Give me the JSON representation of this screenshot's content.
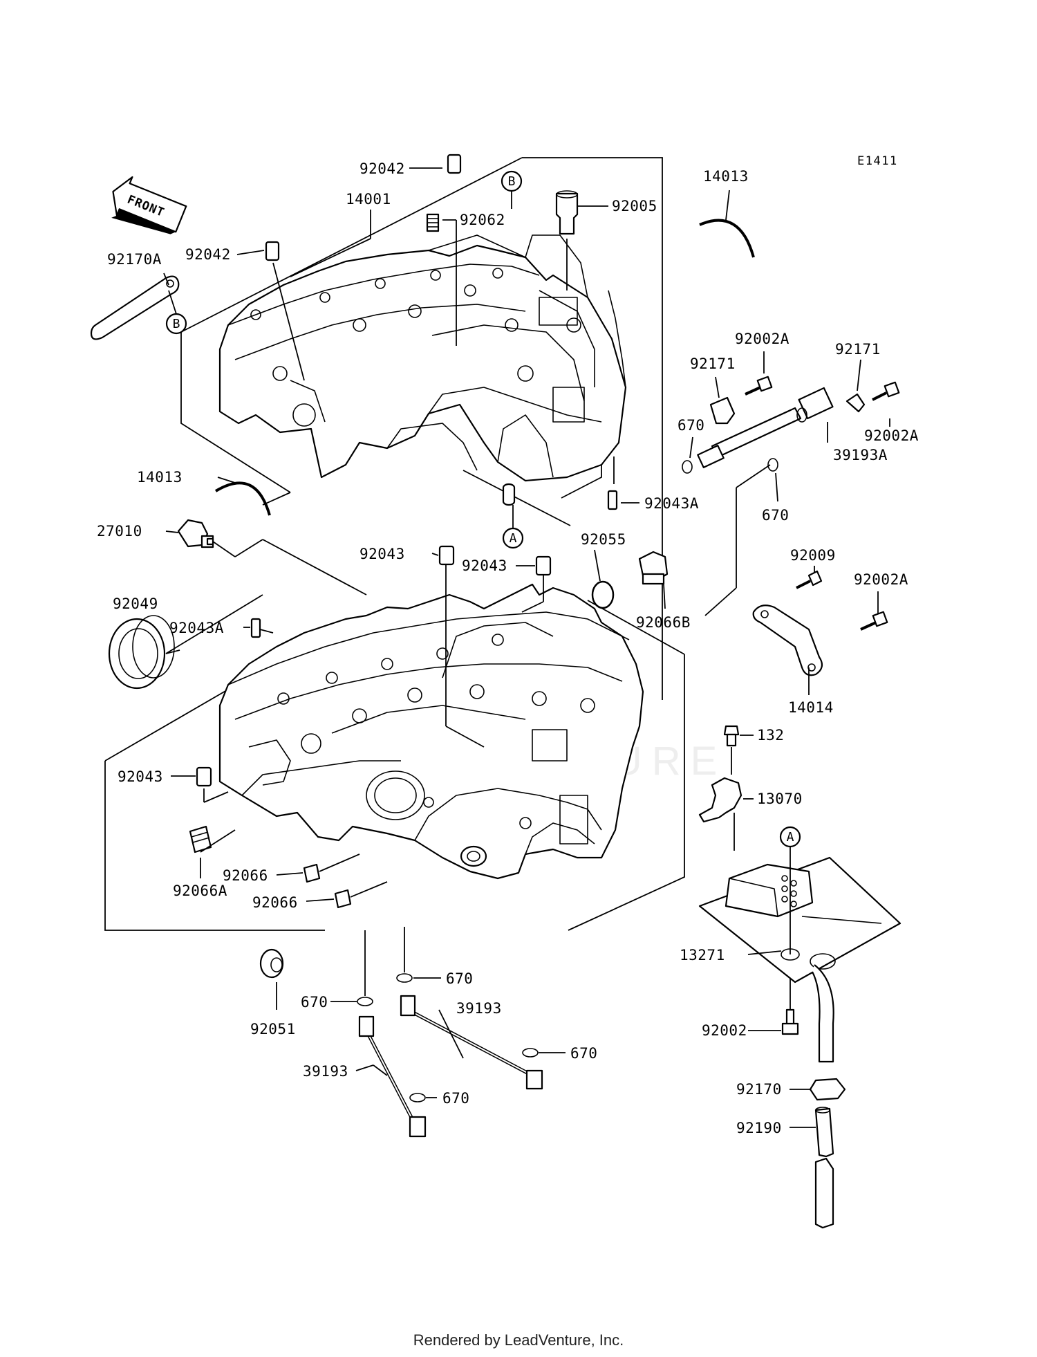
{
  "diagram_code": "E1411",
  "front_label": "FRONT",
  "footer": "Rendered by LeadVenture, Inc.",
  "refs": {
    "A": "A",
    "B": "B"
  },
  "watermark": "LEADVENTURE",
  "parts": {
    "p92042_top": "92042",
    "p14001": "14001",
    "p92062": "92062",
    "p92005": "92005",
    "p14013_top": "14013",
    "p92042_left": "92042",
    "p92170A": "92170A",
    "p92002A_1": "92002A",
    "p92171_1": "92171",
    "p92171_2": "92171",
    "p670_1": "670",
    "p92002A_2": "92002A",
    "p39193A": "39193A",
    "p670_2": "670",
    "p14013_left": "14013",
    "p27010": "27010",
    "p92043A_1": "92043A",
    "p92043_1": "92043",
    "p92043_2": "92043",
    "p92055": "92055",
    "p92009": "92009",
    "p92002A_3": "92002A",
    "p92049": "92049",
    "p92043A_2": "92043A",
    "p92066B": "92066B",
    "p14014": "14014",
    "p132": "132",
    "p92043_3": "92043",
    "p13070": "13070",
    "p92066_1": "92066",
    "p92066A": "92066A",
    "p92066_2": "92066",
    "p13271": "13271",
    "p670_3": "670",
    "p670_4": "670",
    "p39193_1": "39193",
    "p92051": "92051",
    "p92002": "92002",
    "p670_5": "670",
    "p39193_2": "39193",
    "p670_6": "670",
    "p92170": "92170",
    "p92190": "92190"
  }
}
